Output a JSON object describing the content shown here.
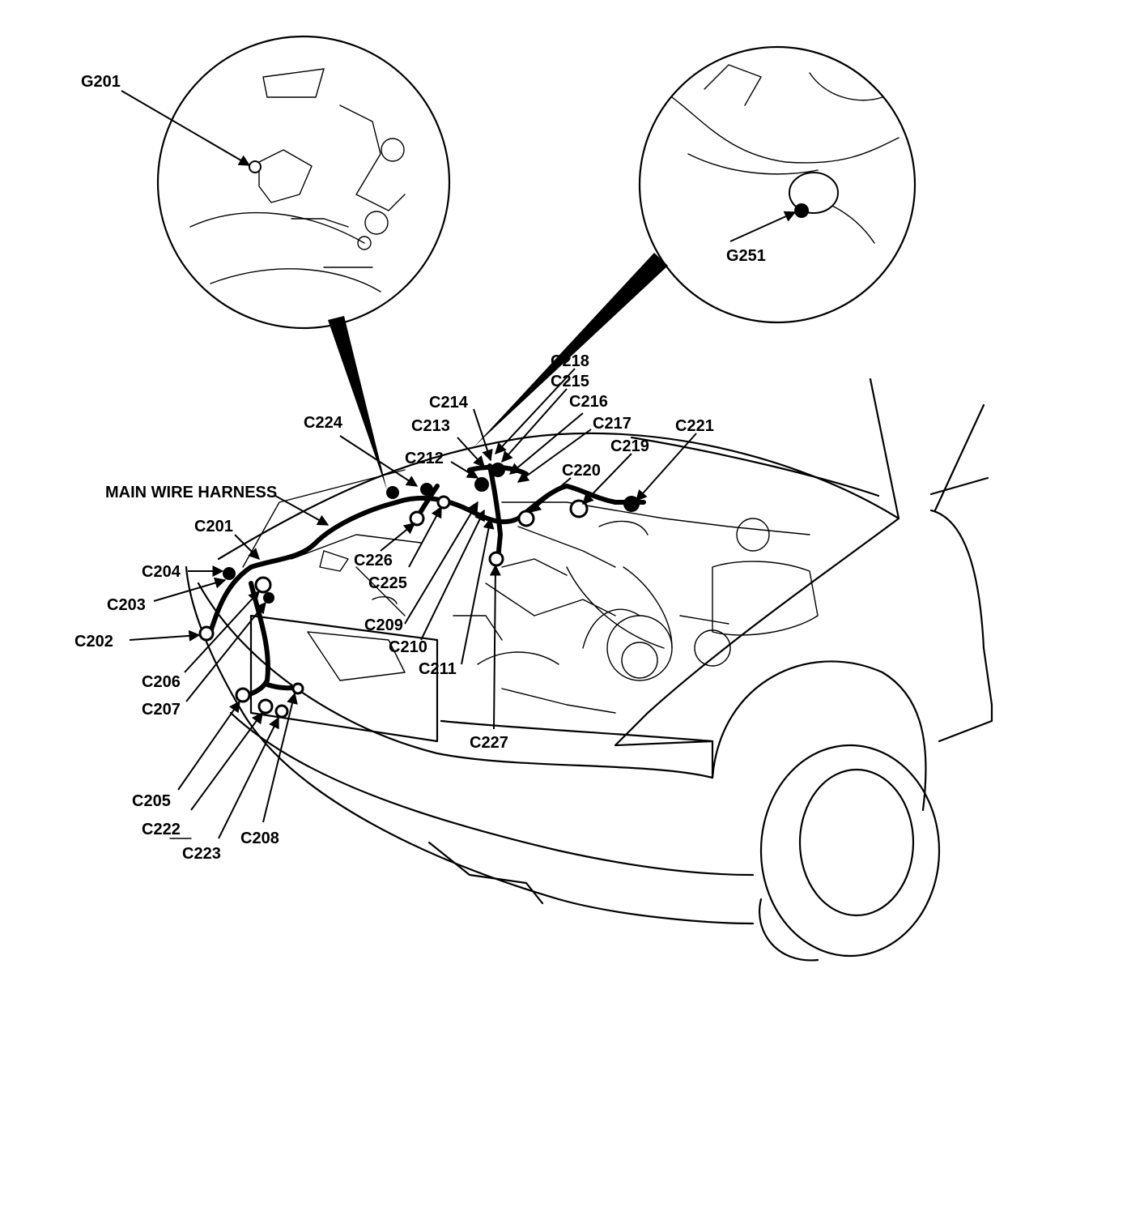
{
  "figure": {
    "background": "#ffffff",
    "ink": "#000000",
    "harness_label": "MAIN WIRE HARNESS",
    "ground_labels": {
      "g201": "G201",
      "g251": "G251"
    },
    "connectors": {
      "c201": "C201",
      "c202": "C202",
      "c203": "C203",
      "c204": "C204",
      "c205": "C205",
      "c206": "C206",
      "c207": "C207",
      "c208": "C208",
      "c209": "C209",
      "c210": "C210",
      "c211": "C211",
      "c212": "C212",
      "c213": "C213",
      "c214": "C214",
      "c215": "C215",
      "c216": "C216",
      "c217": "C217",
      "c218": "C218",
      "c219": "C219",
      "c220": "C220",
      "c221": "C221",
      "c222": "C222",
      "c223": "C223",
      "c224": "C224",
      "c225": "C225",
      "c226": "C226",
      "c227": "C227"
    }
  }
}
